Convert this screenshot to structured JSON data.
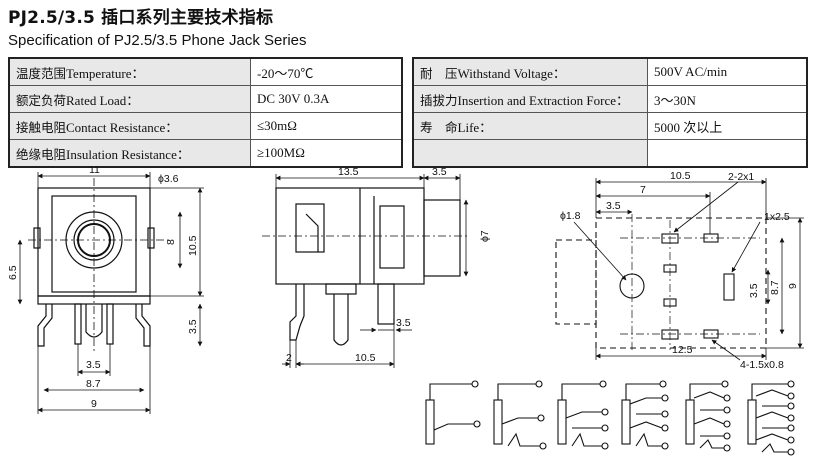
{
  "header": {
    "title_cn": "PJ2.5/3.5 插口系列主要技术指标",
    "title_en": "Specification of PJ2.5/3.5 Phone Jack Series"
  },
  "spec_left": [
    {
      "label_cn": "温度范围",
      "label_en": "Temperature：",
      "value": "-20～70℃"
    },
    {
      "label_cn": "额定负荷",
      "label_en": "Rated Load：",
      "value": "DC 30V 0.3A"
    },
    {
      "label_cn": "接触电阻",
      "label_en": "Contact Resistance：",
      "value": "≤30mΩ"
    },
    {
      "label_cn": "绝缘电阻",
      "label_en": "Insulation Resistance：",
      "value": "≥100MΩ"
    }
  ],
  "spec_right": [
    {
      "label_cn": "耐　压",
      "label_en": "Withstand Voltage：",
      "value": "500V AC/min"
    },
    {
      "label_cn": "插拔力",
      "label_en": "Insertion and Extraction Force：",
      "value": "3～30N"
    },
    {
      "label_cn": "寿　命",
      "label_en": "Life：",
      "value": "5000 次以上"
    },
    {
      "label_cn": "",
      "label_en": "",
      "value": ""
    }
  ],
  "drawing_front": {
    "d_top": "11",
    "d_dia": "ϕ3.6",
    "d_8": "8",
    "d_105": "10.5",
    "d_65": "6.5",
    "d_35v": "3.5",
    "d_35h": "3.5",
    "d_87": "8.7",
    "d_9": "9"
  },
  "drawing_side": {
    "d_135": "13.5",
    "d_35top": "3.5",
    "d_phi7": "ϕ7",
    "d_35pin": "3.5",
    "d_2": "2",
    "d_105": "10.5"
  },
  "drawing_pcb": {
    "d_105": "10.5",
    "d_7": "7",
    "d_35": "3.5",
    "d_phi18": "ϕ1.8",
    "d_2x1": "2-2x1",
    "d_1x25": "1x2.5",
    "d_35v": "3.5",
    "d_87": "8.7",
    "d_9": "9",
    "d_125": "12.5",
    "d_hole": "4-1.5x0.8"
  }
}
